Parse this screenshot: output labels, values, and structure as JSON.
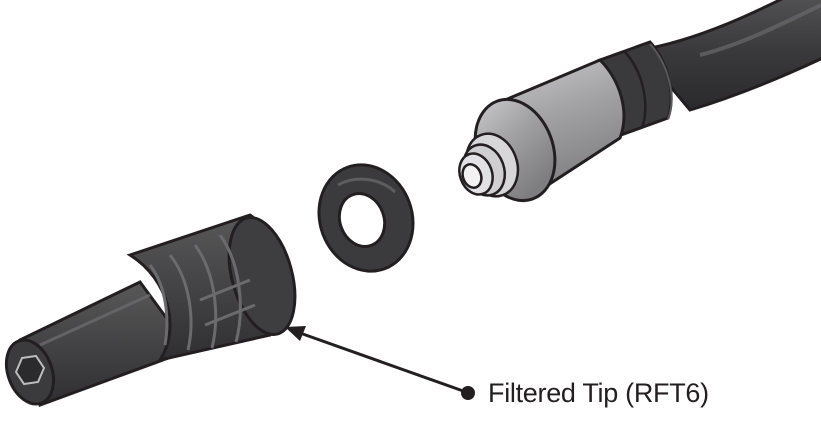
{
  "callout": {
    "label": "Filtered Tip (RFT6)"
  },
  "colors": {
    "outline": "#231f20",
    "hose": "#3a3a3c",
    "hose_highlight": "#5a5a5d",
    "fitting_metal": "#9b9b9d",
    "fitting_metal_light": "#bdbdbf",
    "washer": "#3b3b3d",
    "tip_body": "#3d3d3f",
    "tip_highlight": "#5c5c5f"
  },
  "parts": [
    "hose",
    "hose-fitting",
    "washer",
    "filtered-tip"
  ]
}
